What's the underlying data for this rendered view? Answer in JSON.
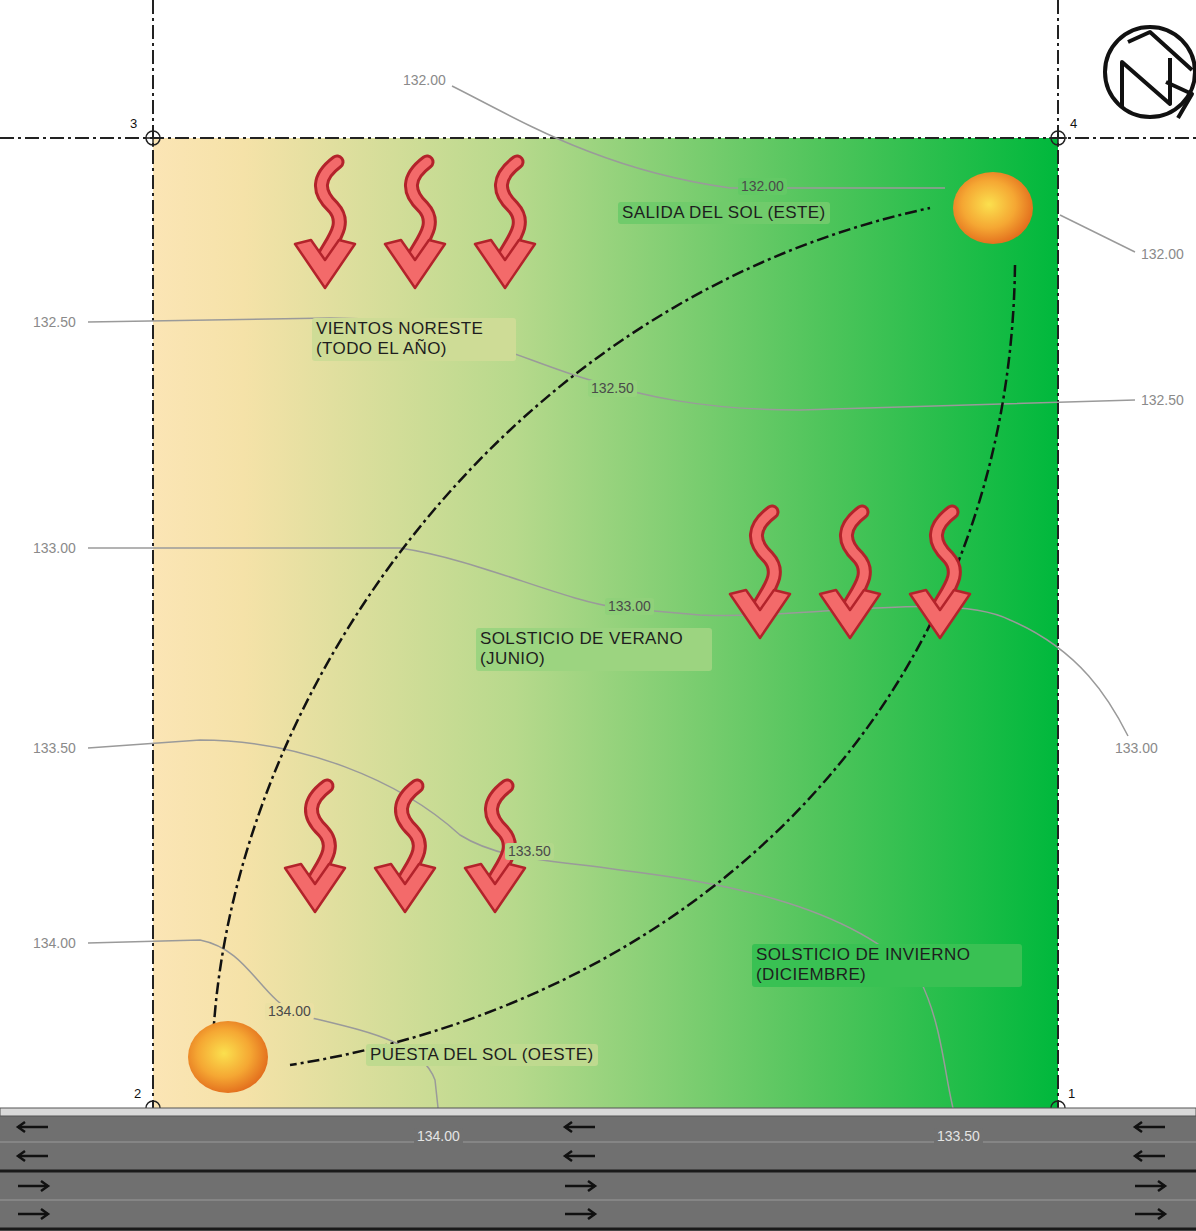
{
  "diagram": {
    "labels": [
      "132.00",
      "132.00",
      "132.00",
      "132.50",
      "132.50",
      "132.50",
      "133.00",
      "133.00",
      "133.00",
      "133.50",
      "133.50",
      "134.00",
      "134.00",
      "134.00",
      "133.50",
      "3",
      "4",
      "2",
      "1",
      "SALIDA DEL SOL (ESTE)",
      "VIENTOS NORESTE (TODO EL AÑO)",
      "SOLSTICIO DE VERANO (JUNIO)",
      "SOLSTICIO DE INVIERNO (DICIEMBRE)",
      "PUESTA DEL SOL (OESTE)"
    ]
  }
}
